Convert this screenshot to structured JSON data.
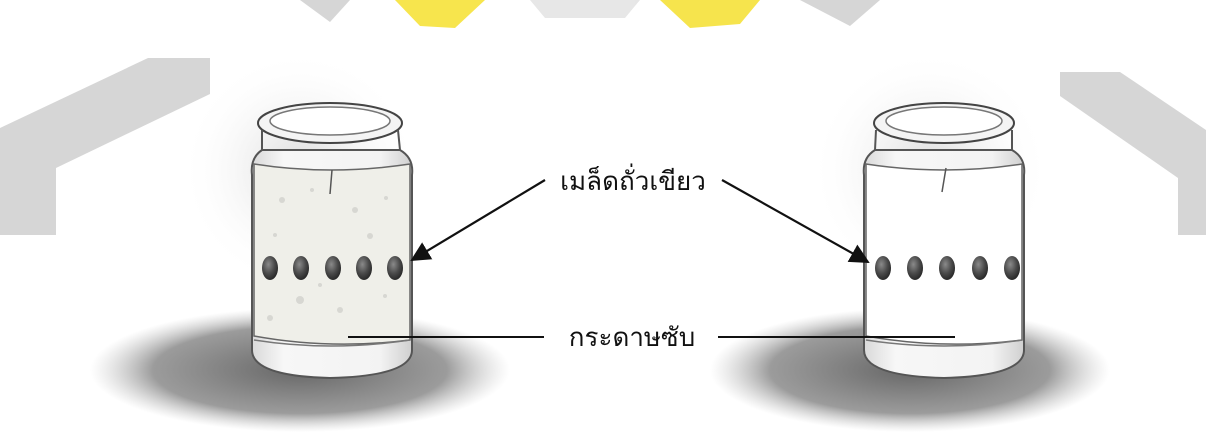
{
  "labels": {
    "seed": "เมล็ดถั่วเขียว",
    "paper": "กระดาษซับ"
  },
  "colors": {
    "watermark_gray": "#cfcfcf",
    "watermark_yellow": "#f6e23a",
    "jar_outline": "#444444",
    "shadow": "#7a7a7a",
    "seed": "#4a4a4a",
    "arrow": "#111111"
  },
  "jars": [
    {
      "name": "left-jar",
      "seed_count": 5
    },
    {
      "name": "right-jar",
      "seed_count": 5
    }
  ]
}
